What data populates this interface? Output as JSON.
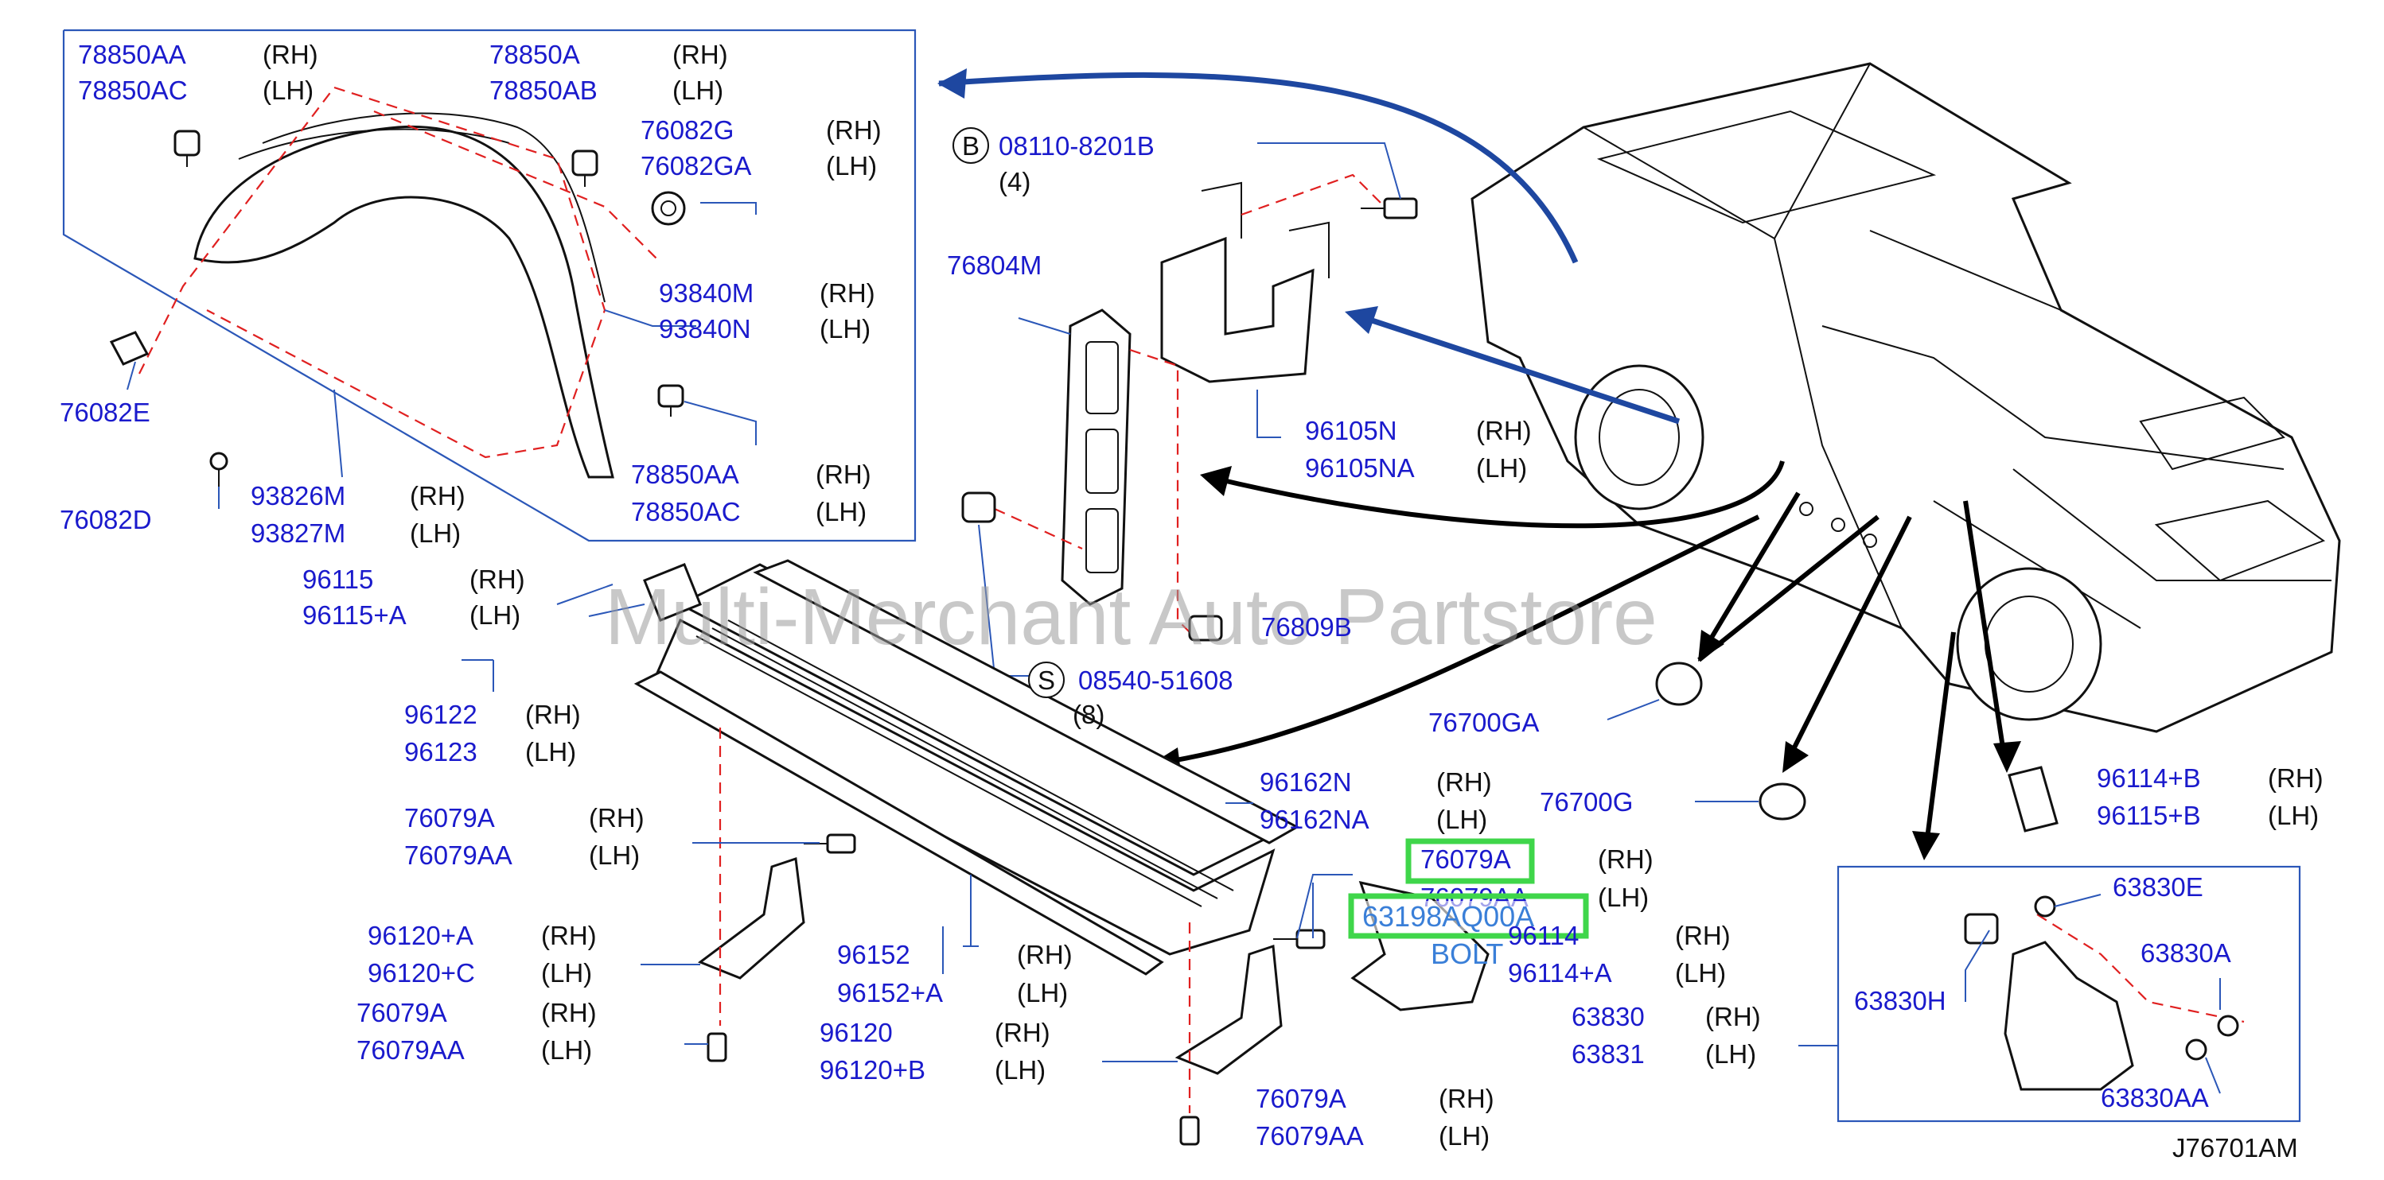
{
  "watermark": "Multi-Merchant Auto Partstore",
  "diagram_code": "J76701AM",
  "colors": {
    "part_number": "#1a1acc",
    "side": "#111111",
    "highlight": "#3fd64a",
    "leader": "#2b57b8",
    "dash": "#e02020"
  },
  "labels": {
    "l01": "78850AA",
    "l01s": "(RH)",
    "l02": "78850AC",
    "l02s": "(LH)",
    "l03": "78850A",
    "l03s": "(RH)",
    "l04": "78850AB",
    "l04s": "(LH)",
    "l05": "76082G",
    "l05s": "(RH)",
    "l06": "76082GA",
    "l06s": "(LH)",
    "l07": "93840M",
    "l07s": "(RH)",
    "l08": "93840N",
    "l08s": "(LH)",
    "l09": "76082E",
    "l10": "78850AA",
    "l10s": "(RH)",
    "l11": "78850AC",
    "l11s": "(LH)",
    "l12": "76082D",
    "l13": "93826M",
    "l13s": "(RH)",
    "l14": "93827M",
    "l14s": "(LH)",
    "l15": "08110-8201B",
    "l15b": "B",
    "l15q": "(4)",
    "l16": "76804M",
    "l17": "96105N",
    "l17s": "(RH)",
    "l18": "96105NA",
    "l18s": "(LH)",
    "l19": "96115",
    "l19s": "(RH)",
    "l20": "96115+A",
    "l20s": "(LH)",
    "l21": "76809B",
    "l22": "08540-51608",
    "l22b": "S",
    "l22q": "(8)",
    "l23": "96122",
    "l23s": "(RH)",
    "l24": "96123",
    "l24s": "(LH)",
    "l25": "76700GA",
    "l26": "96162N",
    "l26s": "(RH)",
    "l27": "96162NA",
    "l27s": "(LH)",
    "l28": "76700G",
    "l29": "96114+B",
    "l29s": "(RH)",
    "l30": "96115+B",
    "l30s": "(LH)",
    "l31": "76079A",
    "l31s": "(RH)",
    "l32": "76079AA",
    "l32s": "(LH)",
    "l33": "76079A",
    "l33s": "(RH)",
    "l34": "76079AA",
    "l34s": "(LH)",
    "l35": "63198AQ00A",
    "l36": "BOLT",
    "l37": "96114",
    "l37s": "(RH)",
    "l38": "96114+A",
    "l38s": "(LH)",
    "l39": "63830E",
    "l40": "96120+A",
    "l40s": "(RH)",
    "l41": "96120+C",
    "l41s": "(LH)",
    "l42": "96152",
    "l42s": "(RH)",
    "l43": "96152+A",
    "l43s": "(LH)",
    "l44": "63830A",
    "l45": "76079A",
    "l45s": "(RH)",
    "l46": "76079AA",
    "l46s": "(LH)",
    "l47": "96120",
    "l47s": "(RH)",
    "l48": "96120+B",
    "l48s": "(LH)",
    "l49": "63830H",
    "l50": "63830",
    "l50s": "(RH)",
    "l51": "63831",
    "l51s": "(LH)",
    "l52": "76079A",
    "l52s": "(RH)",
    "l53": "76079AA",
    "l53s": "(LH)",
    "l54": "63830AA"
  }
}
